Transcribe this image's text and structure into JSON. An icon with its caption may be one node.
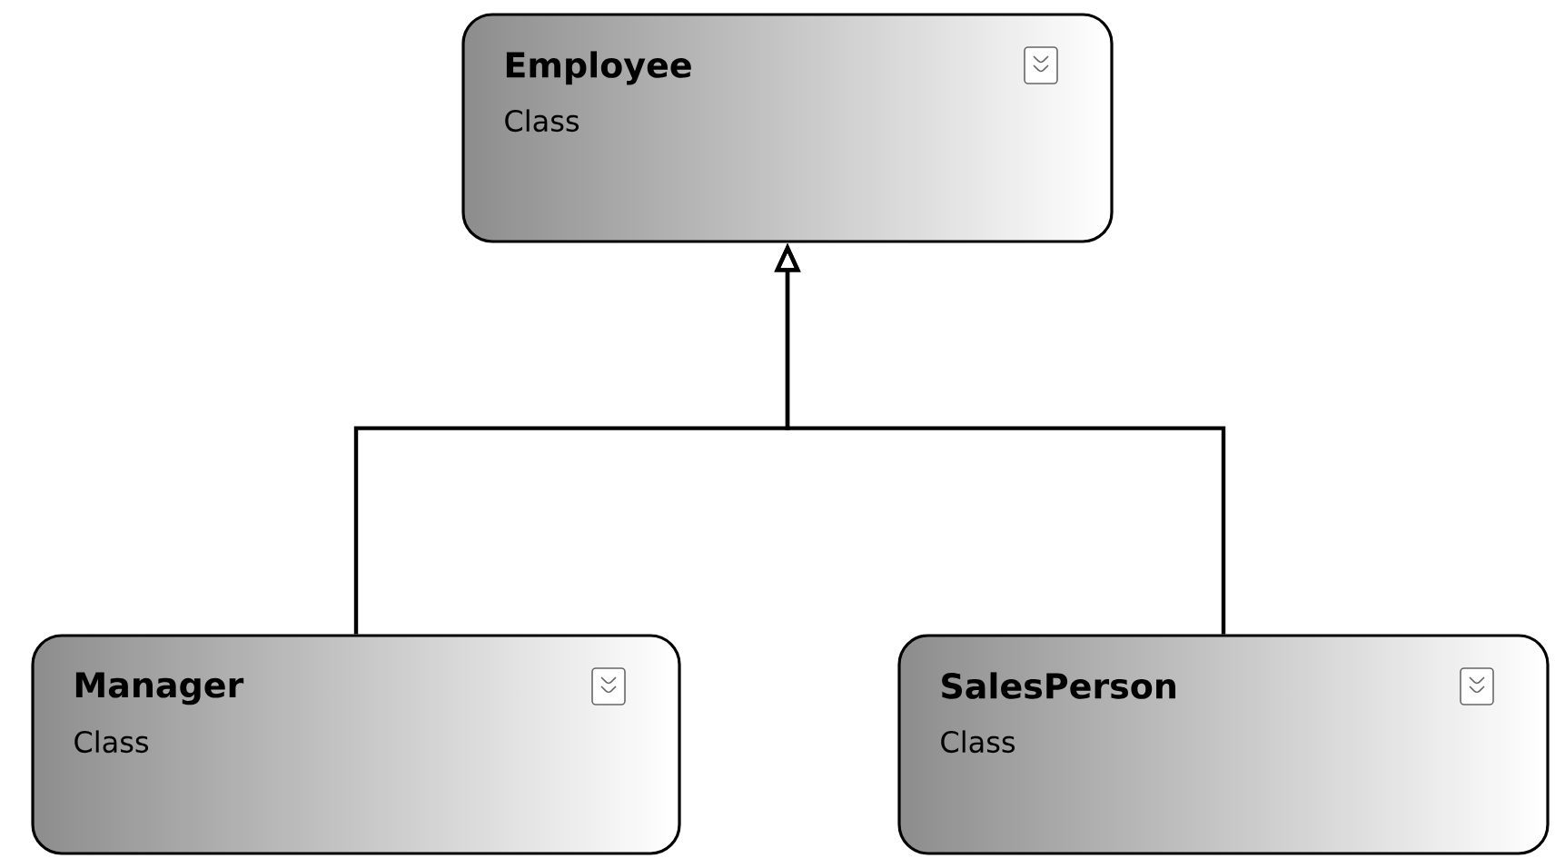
{
  "diagram": {
    "nodes": [
      {
        "text": [
          "Employee",
          "Class"
        ]
      },
      {
        "text": [
          "Manager",
          "Class"
        ]
      },
      {
        "text": [
          "SalesPerson",
          "Class"
        ]
      }
    ],
    "edges": [
      {
        "from": 1,
        "to": 0,
        "arrow": "to"
      },
      {
        "from": 2,
        "to": 0,
        "arrow": "to"
      }
    ]
  }
}
